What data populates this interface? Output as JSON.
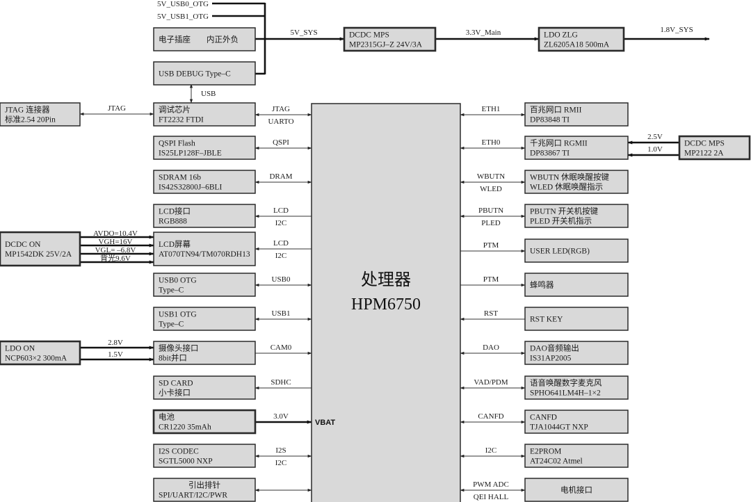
{
  "cpu": {
    "name_cn": "处理器",
    "model": "HPM6750",
    "vbat_label": "VBAT"
  },
  "power": {
    "usb0_otg": "5V_USB0_OTG",
    "usb1_otg": "5V_USB1_OTG",
    "sys5v": "5V_SYS",
    "main33": "3.3V_Main",
    "sys18": "1.8V_SYS",
    "usb_link": "USB"
  },
  "blocks": {
    "socket": [
      "电子插座　　内正外负"
    ],
    "usb_debug": [
      "USB  DEBUG  Type–C"
    ],
    "dcdc_mps": [
      "DCDC   MPS",
      "MP2315GJ–Z   24V/3A"
    ],
    "ldo_zlg": [
      "LDO   ZLG",
      "ZL6205A18   500mA"
    ],
    "jtag_conn": [
      "JTAG  连接器",
      "标准2.54   20Pin"
    ],
    "debug_chip": [
      "调试芯片",
      "FT2232   FTDI"
    ],
    "qspi": [
      "QSPI  Flash",
      "IS25LP128F–JBLE"
    ],
    "sdram": [
      "SDRAM  16b",
      "IS42S32800J–6BLI"
    ],
    "lcd_if": [
      "LCD接口",
      "RGB888"
    ],
    "dcdc_on": [
      "DCDC  ON",
      "MP1542DK  25V/2A"
    ],
    "lcd_panel": [
      "LCD屏幕",
      "AT070TN94/TM070RDH13"
    ],
    "usb0": [
      "USB0  OTG",
      "Type–C"
    ],
    "usb1": [
      "USB1  OTG",
      "Type–C"
    ],
    "ldo_on": [
      "LDO  ON",
      "NCP603×2  300mA"
    ],
    "camera": [
      "摄像头接口",
      "8bit并口"
    ],
    "sdcard": [
      "SD  CARD",
      "小卡接口"
    ],
    "battery": [
      "电池",
      "CR1220  35mAh"
    ],
    "i2s_codec": [
      "I2S  CODEC",
      "SGTL5000    NXP"
    ],
    "header": [
      "引出排针",
      "SPI/UART/I2C/PWR"
    ],
    "eth100": [
      "百兆网口   RMII",
      "DP83848    TI"
    ],
    "eth1000": [
      "千兆网口   RGMII",
      "DP83867    TI"
    ],
    "dcdc_mp2122": [
      "DCDC   MPS",
      "MP2122    2A"
    ],
    "wbutn": [
      "WBUTN   休眠唤醒按键",
      "WLED      休眠唤醒指示"
    ],
    "pbutn": [
      "PBUTN   开关机按键",
      "PLED      开关机指示"
    ],
    "user_led": [
      "USER  LED(RGB)"
    ],
    "buzzer": [
      "蜂鸣器"
    ],
    "rst_key": [
      "RST  KEY"
    ],
    "dao": [
      "DAO音频输出",
      "IS31AP2005"
    ],
    "mic": [
      "语音唤醒数字麦克风",
      "SPHO641LM4H–1×2"
    ],
    "canfd": [
      "CANFD",
      "TJA1044GT    NXP"
    ],
    "eeprom": [
      "E2PROM",
      "AT24C02    Atmel"
    ],
    "motor": [
      "电机接口"
    ]
  },
  "links": {
    "jtag_ext": "JTAG",
    "debug": [
      "JTAG",
      "UARTO"
    ],
    "qspi": [
      "QSPI"
    ],
    "sdram": [
      "DRAM"
    ],
    "lcd_if": [
      "LCD",
      "I2C"
    ],
    "lcd_panel": [
      "LCD",
      "I2C"
    ],
    "usb0": [
      "USB0"
    ],
    "usb1": [
      "USB1"
    ],
    "camera": [
      "CAM0"
    ],
    "sdcard": [
      "SDHC"
    ],
    "battery": [
      "3.0V"
    ],
    "i2s_codec": [
      "I2S",
      "I2C"
    ],
    "header": [],
    "eth100": [
      "ETH1"
    ],
    "eth1000": [
      "ETH0"
    ],
    "wbutn": [
      "WBUTN",
      "WLED"
    ],
    "pbutn": [
      "PBUTN",
      "PLED"
    ],
    "user_led": [
      "PTM"
    ],
    "buzzer": [
      "PTM"
    ],
    "rst_key": [
      "RST"
    ],
    "dao": [
      "DAO"
    ],
    "mic": [
      "VAD/PDM"
    ],
    "canfd": [
      "CANFD"
    ],
    "eeprom": [
      "I2C"
    ],
    "motor": [
      "PWM    ADC",
      "QEI    HALL"
    ],
    "lcd_power": [
      "AVDO=10.4V",
      "VGH=16V",
      "VGL= –6.8V",
      "背光9.6V"
    ],
    "cam_power": [
      "2.8V",
      "1.5V"
    ],
    "eth_power": [
      "2.5V",
      "1.0V"
    ]
  }
}
